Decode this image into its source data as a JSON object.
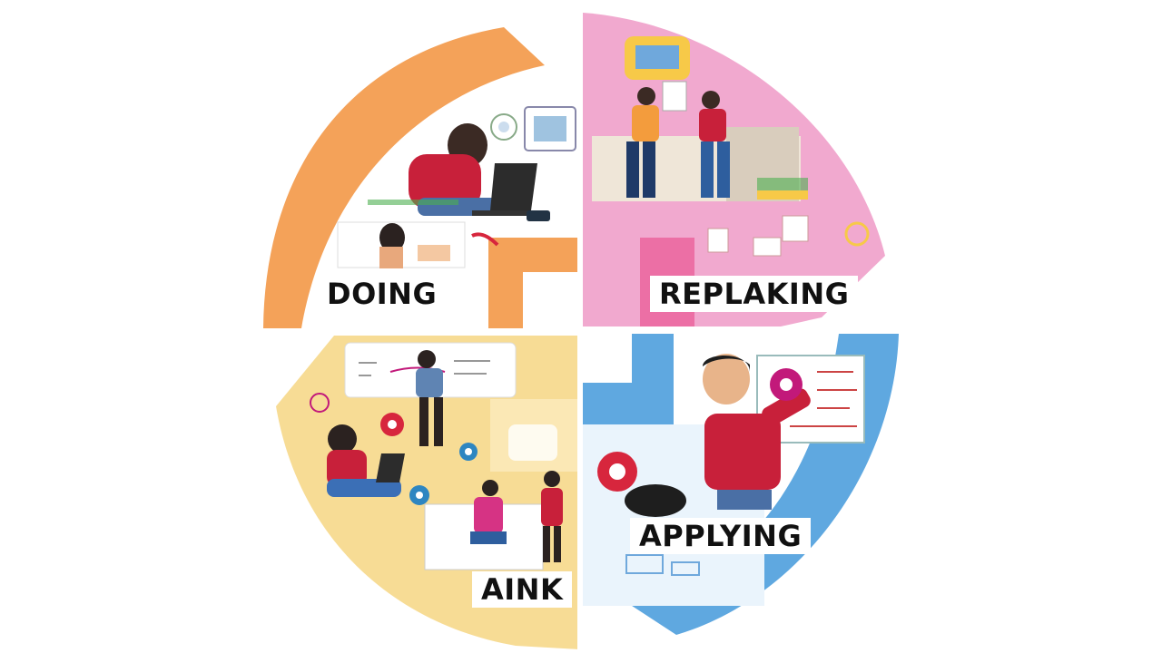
{
  "labels": {
    "top_left": "DOING",
    "top_right": "REPLAKING",
    "bottom_right": "APPLYING",
    "bottom_left": "AINK"
  },
  "colors": {
    "doing": "#F4A259",
    "replaking": "#F1A9CF",
    "applying": "#5FA8E0",
    "aink": "#F7DC95",
    "accent_red": "#D7263D",
    "accent_gear_magenta": "#C2197A",
    "accent_gear_blue": "#2E86C1",
    "text": "#111111"
  },
  "icons": [
    "gear-icon",
    "speech-bubble-icon",
    "laptop-icon",
    "whiteboard-icon",
    "desk-icon"
  ]
}
